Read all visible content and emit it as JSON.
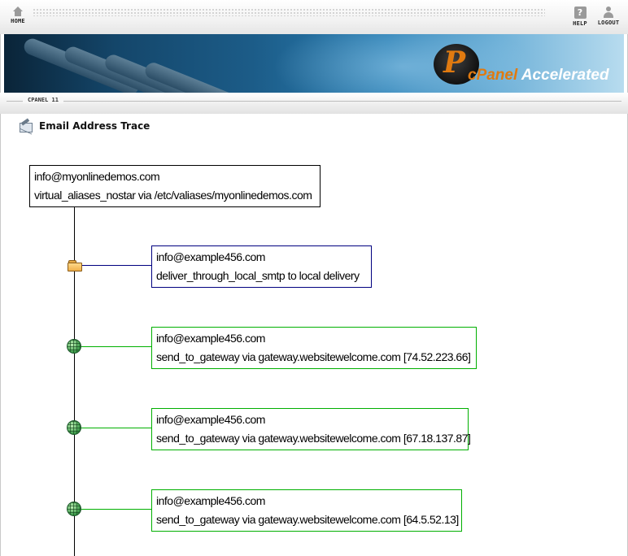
{
  "nav": {
    "home": "HOME",
    "help": "HELP",
    "logout": "LOGOUT"
  },
  "banner": {
    "logo_cp": "cPanel",
    "logo_rest": " Accelerated"
  },
  "version_label": "CPANEL 11",
  "page_title": "Email Address Trace",
  "icons": {
    "nav": [
      "home-icon",
      "help-icon",
      "logout-icon"
    ],
    "title": "envelope-icon",
    "local_delivery": "folder-icon",
    "gateway": "globe-icon"
  },
  "colors": {
    "root_border": "#000000",
    "local_border": "#000080",
    "gateway_border": "#00b000",
    "folder": "#f0b04a",
    "globe": "#3f9e4c"
  },
  "trace": {
    "root": {
      "address": "info@myonlinedemos.com",
      "route": "virtual_aliases_nostar via /etc/valiases/myonlinedemos.com"
    },
    "children": [
      {
        "kind": "local",
        "address": "info@example456.com",
        "route": "deliver_through_local_smtp to local delivery"
      },
      {
        "kind": "gateway",
        "address": "info@example456.com",
        "route": "send_to_gateway via gateway.websitewelcome.com [74.52.223.66]"
      },
      {
        "kind": "gateway",
        "address": "info@example456.com",
        "route": "send_to_gateway via gateway.websitewelcome.com [67.18.137.87]"
      },
      {
        "kind": "gateway",
        "address": "info@example456.com",
        "route": "send_to_gateway via gateway.websitewelcome.com [64.5.52.13]"
      }
    ]
  }
}
